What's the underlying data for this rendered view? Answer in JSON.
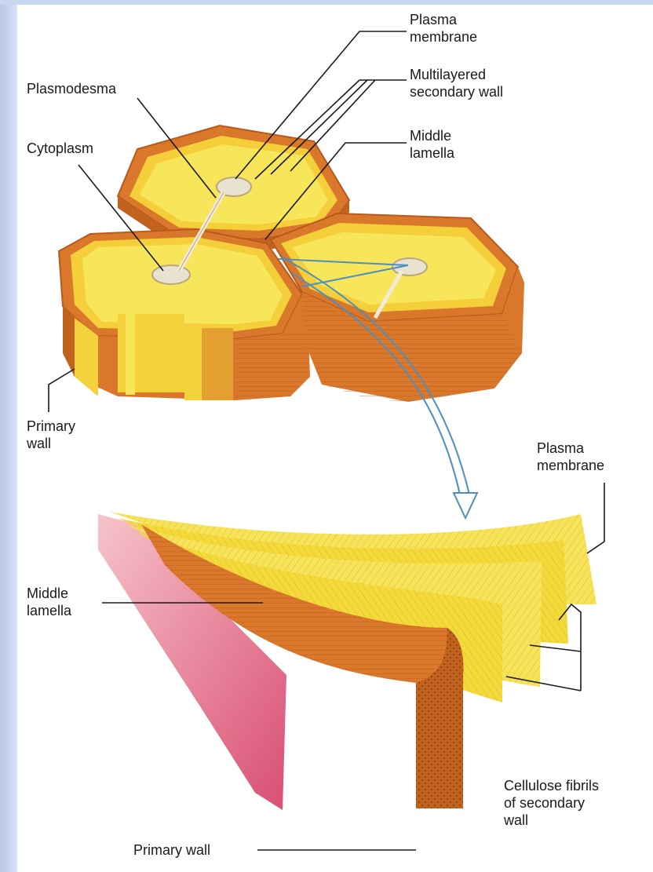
{
  "labels": {
    "plasma_membrane_top": "Plasma\nmembrane",
    "multilayered_secondary_wall": "Multilayered\nsecondary wall",
    "middle_lamella_top": "Middle\nlamella",
    "plasmodesma": "Plasmodesma",
    "cytoplasm": "Cytoplasm",
    "primary_wall_top": "Primary\nwall",
    "plasma_membrane_bottom": "Plasma\nmembrane",
    "middle_lamella_bottom": "Middle\nlamella",
    "cellulose_fibrils": "Cellulose fibrils\nof secondary\nwall",
    "primary_wall_bottom": "Primary wall"
  },
  "colors": {
    "primary_wall": "#d9772b",
    "secondary_wall": "#f4d93a",
    "cell_interior": "#f7e64a",
    "middle_lamella": "#e06a86",
    "arrow": "#4f8fc0",
    "leader_line": "#1a1a1a"
  }
}
